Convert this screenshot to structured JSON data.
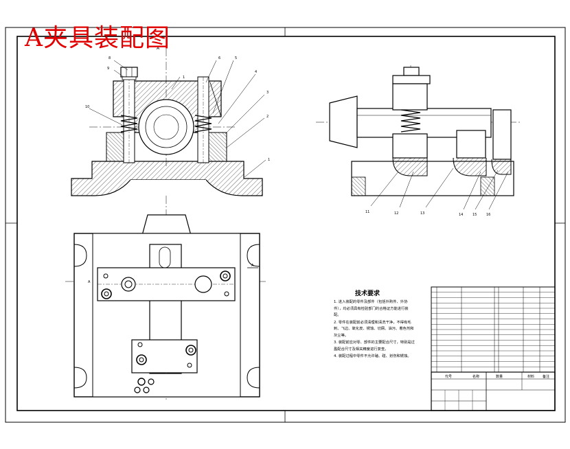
{
  "drawing": {
    "title": "A夹具装配图",
    "section_marks": [
      "A",
      "A"
    ],
    "view_label": "A"
  },
  "leaders": {
    "upper_left": [
      "8",
      "9",
      "1",
      "6",
      "5",
      "4",
      "3",
      "2",
      "1",
      "10"
    ],
    "upper_right": [
      "11",
      "12",
      "13",
      "14",
      "15",
      "16"
    ]
  },
  "tech_req": {
    "heading": "技术要求",
    "items": [
      "1. 进入装配的零件及部件（包括外购件、外协件），均必须具有检验部门的合格证方能进行装配。",
      "2. 零件在装配前必须清理和清洗干净，不得有毛刺、飞边、氧化皮、锈蚀、切屑、油污、着色剂和灰尘等。",
      "3. 装配前应对零、部件的主要配合尺寸，特别是过盈配合尺寸及相关精度进行复查。",
      "4. 装配过程中零件不允许磕、碰、划伤和锈蚀。"
    ]
  },
  "title_block": {
    "col_code": "代号",
    "col_name": "名称",
    "col_qty": "数量",
    "col_material": "材料",
    "col_note": "备注"
  }
}
